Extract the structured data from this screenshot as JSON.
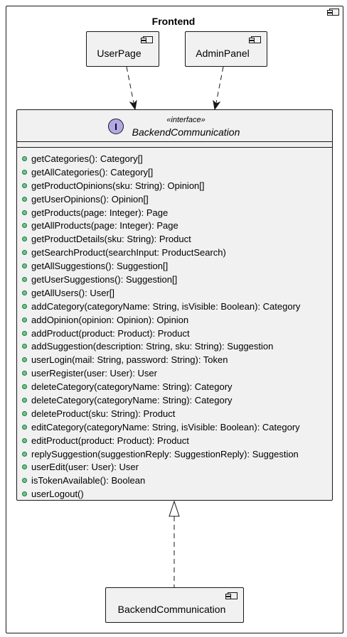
{
  "frame": {
    "title": "Frontend"
  },
  "components": {
    "user_page": "UserPage",
    "admin_panel": "AdminPanel",
    "backend": "BackendCommunication"
  },
  "interface": {
    "badge": "I",
    "stereotype": "«interface»",
    "name": "BackendCommunication",
    "methods": [
      "getCategories(): Category[]",
      "getAllCategories(): Category[]",
      "getProductOpinions(sku: String): Opinion[]",
      "getUserOpinions(): Opinion[]",
      "getProducts(page: Integer): Page",
      "getAllProducts(page: Integer): Page",
      "getProductDetails(sku: String): Product",
      "getSearchProduct(searchInput: ProductSearch)",
      "getAllSuggestions(): Suggestion[]",
      "getUserSuggestions(): Suggestion[]",
      "getAllUsers(): User[]",
      "addCategory(categoryName: String, isVisible: Boolean): Category",
      "addOpinion(opinion: Opinion): Opinion",
      "addProduct(product: Product): Product",
      "addSuggestion(description: String, sku: String): Suggestion",
      "userLogin(mail: String, password: String): Token",
      "userRegister(user: User): User",
      "deleteCategory(categoryName: String): Category",
      "deleteCategory(categoryName: String): Category",
      "deleteProduct(sku: String): Product",
      "editCategory(categoryName: String, isVisible: Boolean): Category",
      "editProduct(product: Product): Product",
      "replySuggestion(suggestionReply: SuggestionReply): Suggestion",
      "userEdit(user: User): User",
      "isTokenAvailable(): Boolean",
      "userLogout()"
    ]
  },
  "colors": {
    "fill": "#f1f1f1",
    "stroke": "#181818",
    "interface_badge": "#b4a7e5",
    "public_method_dot": "#84be84"
  }
}
